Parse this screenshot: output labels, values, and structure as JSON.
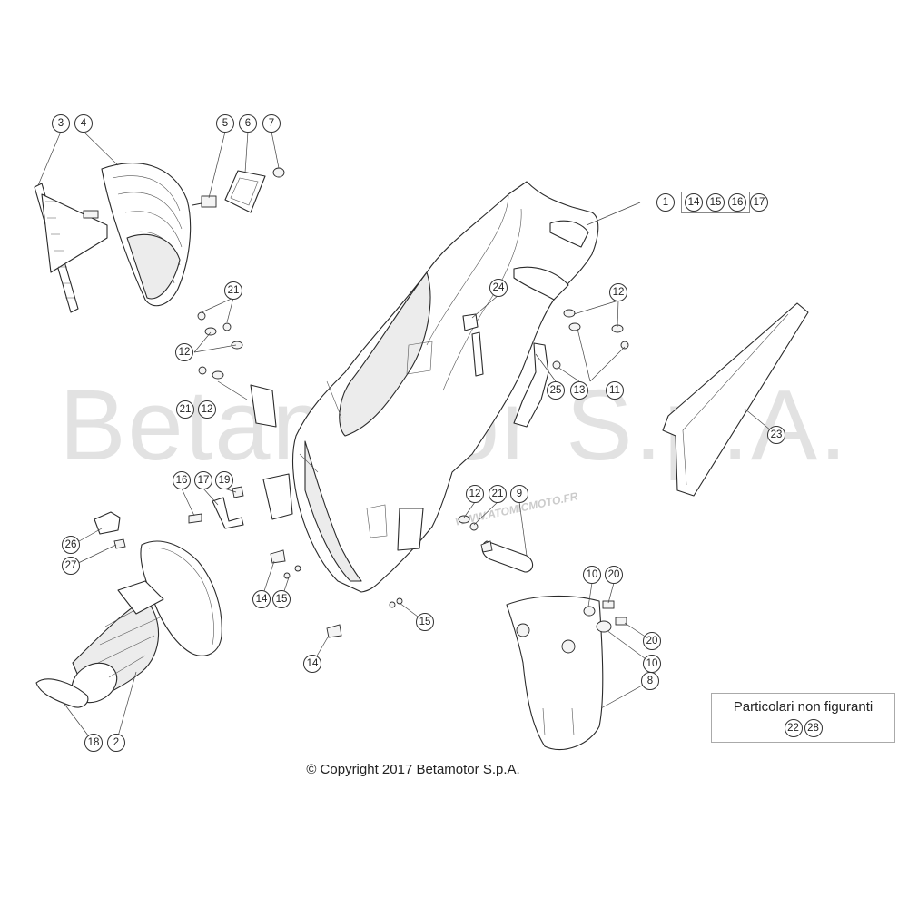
{
  "watermark": {
    "text": "Betamotor S.p.A.",
    "url": "WWW.ATOMICMOTO.FR"
  },
  "note": {
    "title": "Particolari non figuranti",
    "parts": [
      "22",
      "28"
    ]
  },
  "copyright": "© Copyright 2017 Betamotor S.p.A.",
  "callouts": [
    {
      "label": "3"
    },
    {
      "label": "4"
    },
    {
      "label": "5"
    },
    {
      "label": "6"
    },
    {
      "label": "7"
    },
    {
      "label": "1"
    },
    {
      "label": "14"
    },
    {
      "label": "15"
    },
    {
      "label": "16"
    },
    {
      "label": "17"
    },
    {
      "label": "21"
    },
    {
      "label": "12"
    },
    {
      "label": "21"
    },
    {
      "label": "12"
    },
    {
      "label": "24"
    },
    {
      "label": "12"
    },
    {
      "label": "25"
    },
    {
      "label": "13"
    },
    {
      "label": "11"
    },
    {
      "label": "23"
    },
    {
      "label": "16"
    },
    {
      "label": "17"
    },
    {
      "label": "19"
    },
    {
      "label": "26"
    },
    {
      "label": "27"
    },
    {
      "label": "12"
    },
    {
      "label": "21"
    },
    {
      "label": "9"
    },
    {
      "label": "14"
    },
    {
      "label": "15"
    },
    {
      "label": "15"
    },
    {
      "label": "14"
    },
    {
      "label": "10"
    },
    {
      "label": "20"
    },
    {
      "label": "20"
    },
    {
      "label": "10"
    },
    {
      "label": "8"
    },
    {
      "label": "18"
    },
    {
      "label": "2"
    }
  ]
}
